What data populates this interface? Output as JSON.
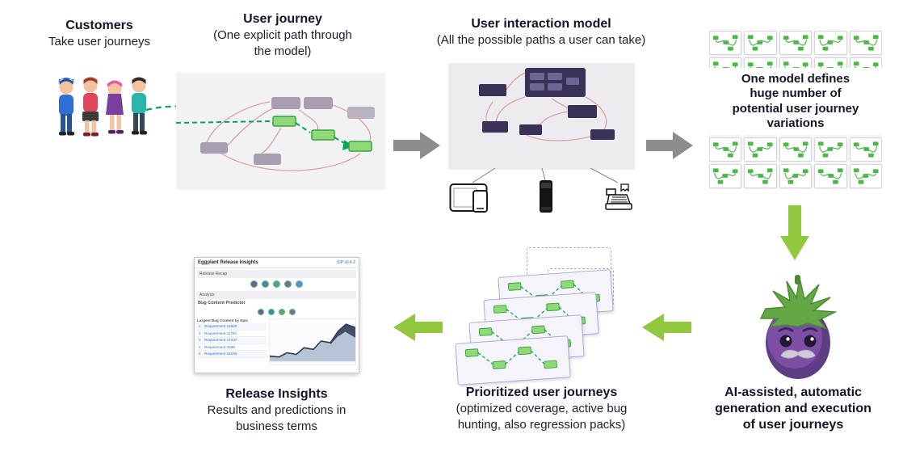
{
  "palette": {
    "flow_green": "#92c83e",
    "flow_gray": "#8d8d8d",
    "journey_dash_green": "#00a859",
    "model_navy": "#3a3157",
    "pink_link": "#dca4a4",
    "eggplant_purple": "#6b3f94",
    "leaf_green": "#63a844"
  },
  "customers": {
    "title": "Customers",
    "subtitle": "Take user journeys"
  },
  "user_journey": {
    "title": "User journey",
    "subtitle": "(One explicit path through the model)"
  },
  "interaction_model": {
    "title": "User interaction model",
    "subtitle": "(All the possible paths a user can take)"
  },
  "variations": {
    "text": "One model defines huge number of potential user journey variations"
  },
  "ai_generation": {
    "text": "AI-assisted, automatic generation and execution of user journeys"
  },
  "prioritized": {
    "title": "Prioritized user journeys",
    "subtitle": "(optimized coverage, active bug hunting, also regression packs)"
  },
  "release_insights": {
    "title": "Release Insights",
    "subtitle": "Results and predictions in business terms"
  },
  "dashboard": {
    "title": "Eggplant Release Insights",
    "header_link": "SIP v0.4.2",
    "release_recap": "Release Recap",
    "analysis": "Analysis",
    "predictor": "Bug Content Predictor",
    "table_title": "Largest Bug Content by Epic",
    "table_rows": [
      {
        "num": "1",
        "label": "Requirement 14680"
      },
      {
        "num": "2",
        "label": "Requirement 11793"
      },
      {
        "num": "3",
        "label": "Requirement 17437"
      },
      {
        "num": "4",
        "label": "Requirement 1538"
      },
      {
        "num": "5",
        "label": "Requirement 16153"
      }
    ]
  }
}
